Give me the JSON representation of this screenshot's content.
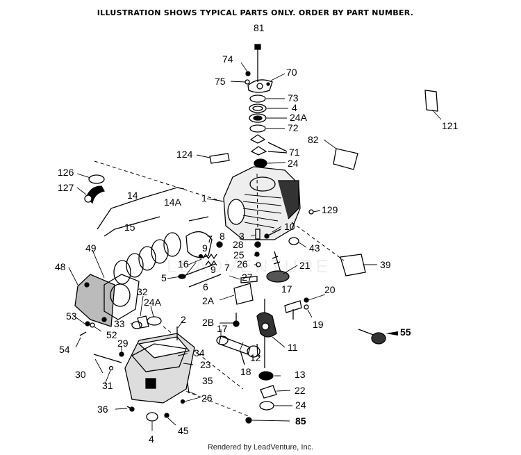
{
  "header": "ILLUSTRATION SHOWS TYPICAL PARTS ONLY. ORDER BY PART NUMBER.",
  "footer": "Rendered by LeadVenture, Inc.",
  "watermark": "LEADVENTURE",
  "parts": [
    {
      "id": "p81",
      "label": "81"
    },
    {
      "id": "p74",
      "label": "74"
    },
    {
      "id": "p75",
      "label": "75"
    },
    {
      "id": "p70",
      "label": "70"
    },
    {
      "id": "p73",
      "label": "73"
    },
    {
      "id": "p4a",
      "label": "4"
    },
    {
      "id": "p24a_top",
      "label": "24A"
    },
    {
      "id": "p72",
      "label": "72"
    },
    {
      "id": "p82",
      "label": "82"
    },
    {
      "id": "p121",
      "label": "121"
    },
    {
      "id": "p124",
      "label": "124"
    },
    {
      "id": "p71",
      "label": "71"
    },
    {
      "id": "p24top",
      "label": "24"
    },
    {
      "id": "p126",
      "label": "126"
    },
    {
      "id": "p127",
      "label": "127"
    },
    {
      "id": "p14",
      "label": "14"
    },
    {
      "id": "p14a",
      "label": "14A"
    },
    {
      "id": "p1",
      "label": "1"
    },
    {
      "id": "p129",
      "label": "129"
    },
    {
      "id": "p15",
      "label": "15"
    },
    {
      "id": "p8",
      "label": "8"
    },
    {
      "id": "p10",
      "label": "10"
    },
    {
      "id": "p7a",
      "label": "7"
    },
    {
      "id": "p3",
      "label": "3"
    },
    {
      "id": "p28",
      "label": "28"
    },
    {
      "id": "p43",
      "label": "43"
    },
    {
      "id": "p49",
      "label": "49"
    },
    {
      "id": "p9a",
      "label": "9"
    },
    {
      "id": "p25",
      "label": "25"
    },
    {
      "id": "p16",
      "label": "16"
    },
    {
      "id": "p26a",
      "label": "26"
    },
    {
      "id": "p21",
      "label": "21"
    },
    {
      "id": "p39",
      "label": "39"
    },
    {
      "id": "p48",
      "label": "48"
    },
    {
      "id": "p9b",
      "label": "9"
    },
    {
      "id": "p7b",
      "label": "7"
    },
    {
      "id": "p5",
      "label": "5"
    },
    {
      "id": "p27",
      "label": "27"
    },
    {
      "id": "p6",
      "label": "6"
    },
    {
      "id": "p17a",
      "label": "17"
    },
    {
      "id": "p20",
      "label": "20"
    },
    {
      "id": "p32",
      "label": "32"
    },
    {
      "id": "p2a",
      "label": "2A"
    },
    {
      "id": "p24a_mid",
      "label": "24A"
    },
    {
      "id": "p19",
      "label": "19"
    },
    {
      "id": "p2",
      "label": "2"
    },
    {
      "id": "p53",
      "label": "53"
    },
    {
      "id": "p33",
      "label": "33"
    },
    {
      "id": "p2b",
      "label": "2B"
    },
    {
      "id": "p55",
      "label": "55"
    },
    {
      "id": "p17b",
      "label": "17"
    },
    {
      "id": "p52",
      "label": "52"
    },
    {
      "id": "p54",
      "label": "54"
    },
    {
      "id": "p29",
      "label": "29"
    },
    {
      "id": "p11",
      "label": "11"
    },
    {
      "id": "p34",
      "label": "34"
    },
    {
      "id": "p12",
      "label": "12"
    },
    {
      "id": "p23",
      "label": "23"
    },
    {
      "id": "p18",
      "label": "18"
    },
    {
      "id": "p30",
      "label": "30"
    },
    {
      "id": "p13",
      "label": "13"
    },
    {
      "id": "p31",
      "label": "31"
    },
    {
      "id": "p35",
      "label": "35"
    },
    {
      "id": "p22",
      "label": "22"
    },
    {
      "id": "p26b",
      "label": "26"
    },
    {
      "id": "p24bot",
      "label": "24"
    },
    {
      "id": "p36",
      "label": "36"
    },
    {
      "id": "p45",
      "label": "45"
    },
    {
      "id": "p85",
      "label": "85"
    },
    {
      "id": "p4b",
      "label": "4"
    }
  ]
}
